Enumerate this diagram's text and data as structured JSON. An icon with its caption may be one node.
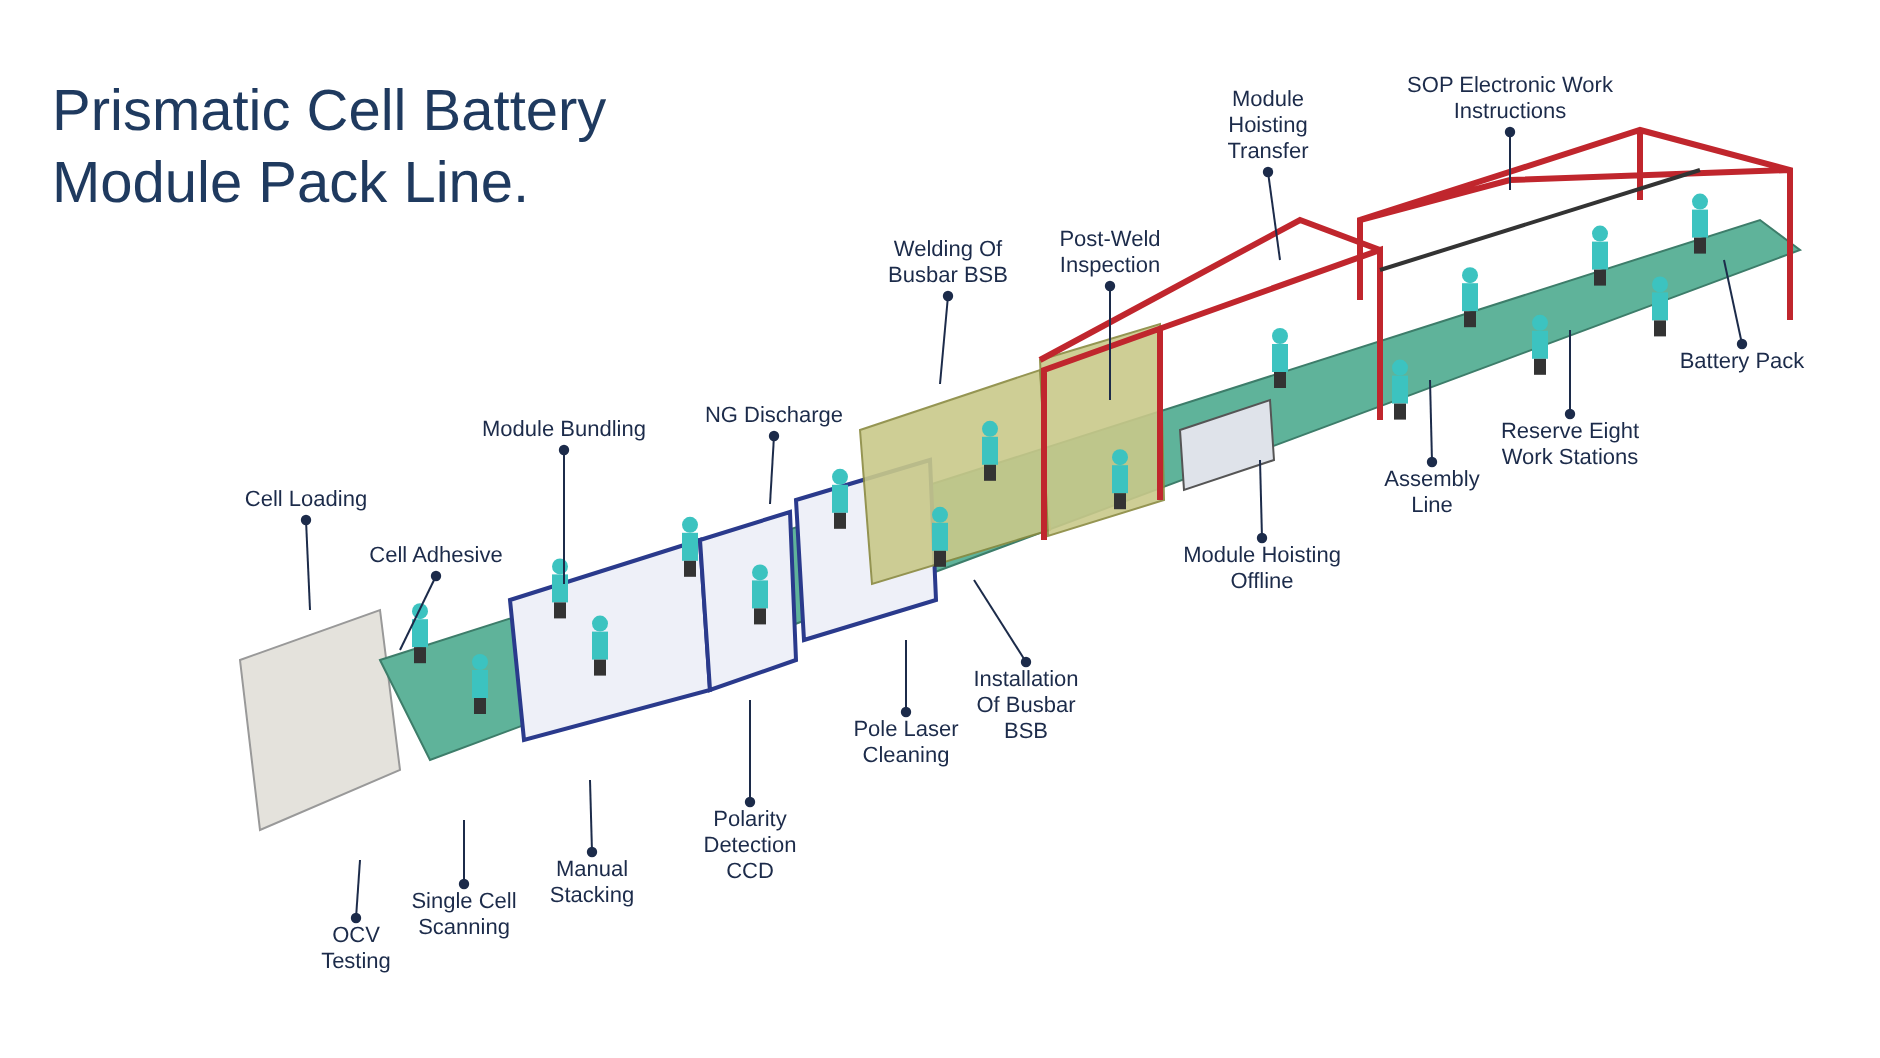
{
  "diagram": {
    "title": "Prismatic Cell Battery Module Pack Line.",
    "nodes": [
      {
        "text": [
          "Cell Loading"
        ]
      },
      {
        "text": [
          "Cell Adhesive"
        ]
      },
      {
        "text": [
          "Module Bundling"
        ]
      },
      {
        "text": [
          "NG Discharge"
        ]
      },
      {
        "text": [
          "Welding Of Busbar BSB"
        ]
      },
      {
        "text": [
          "Post-Weld Inspection"
        ]
      },
      {
        "text": [
          "Module Hoisting Transfer"
        ]
      },
      {
        "text": [
          "SOP Electronic Work Instructions"
        ]
      },
      {
        "text": [
          "Battery Pack"
        ]
      },
      {
        "text": [
          "Reserve Eight Work Stations"
        ]
      },
      {
        "text": [
          "Assembly Line"
        ]
      },
      {
        "text": [
          "Module Hoisting Offline"
        ]
      },
      {
        "text": [
          "Installation Of Busbar BSB"
        ]
      },
      {
        "text": [
          "Pole Laser Cleaning"
        ]
      },
      {
        "text": [
          "Polarity Detection CCD"
        ]
      },
      {
        "text": [
          "Manual Stacking"
        ]
      },
      {
        "text": [
          "Single Cell Scanning"
        ]
      },
      {
        "text": [
          "OCV Testing"
        ]
      }
    ],
    "edges": [
      {
        "from": 0,
        "to": null,
        "arrow": "other"
      },
      {
        "from": 1,
        "to": null,
        "arrow": "other"
      },
      {
        "from": 2,
        "to": null,
        "arrow": "other"
      },
      {
        "from": 3,
        "to": null,
        "arrow": "other"
      },
      {
        "from": 4,
        "to": null,
        "arrow": "other"
      },
      {
        "from": 5,
        "to": null,
        "arrow": "other"
      },
      {
        "from": 6,
        "to": null,
        "arrow": "other"
      },
      {
        "from": 7,
        "to": null,
        "arrow": "other"
      },
      {
        "from": 8,
        "to": null,
        "arrow": "other"
      },
      {
        "from": 9,
        "to": null,
        "arrow": "other"
      },
      {
        "from": 10,
        "to": null,
        "arrow": "other"
      },
      {
        "from": 11,
        "to": null,
        "arrow": "other"
      },
      {
        "from": 12,
        "to": null,
        "arrow": "other"
      },
      {
        "from": 13,
        "to": null,
        "arrow": "other"
      },
      {
        "from": 14,
        "to": null,
        "arrow": "other"
      },
      {
        "from": 15,
        "to": null,
        "arrow": "other"
      },
      {
        "from": 16,
        "to": null,
        "arrow": "other"
      },
      {
        "from": 17,
        "to": null,
        "arrow": "other"
      }
    ]
  }
}
